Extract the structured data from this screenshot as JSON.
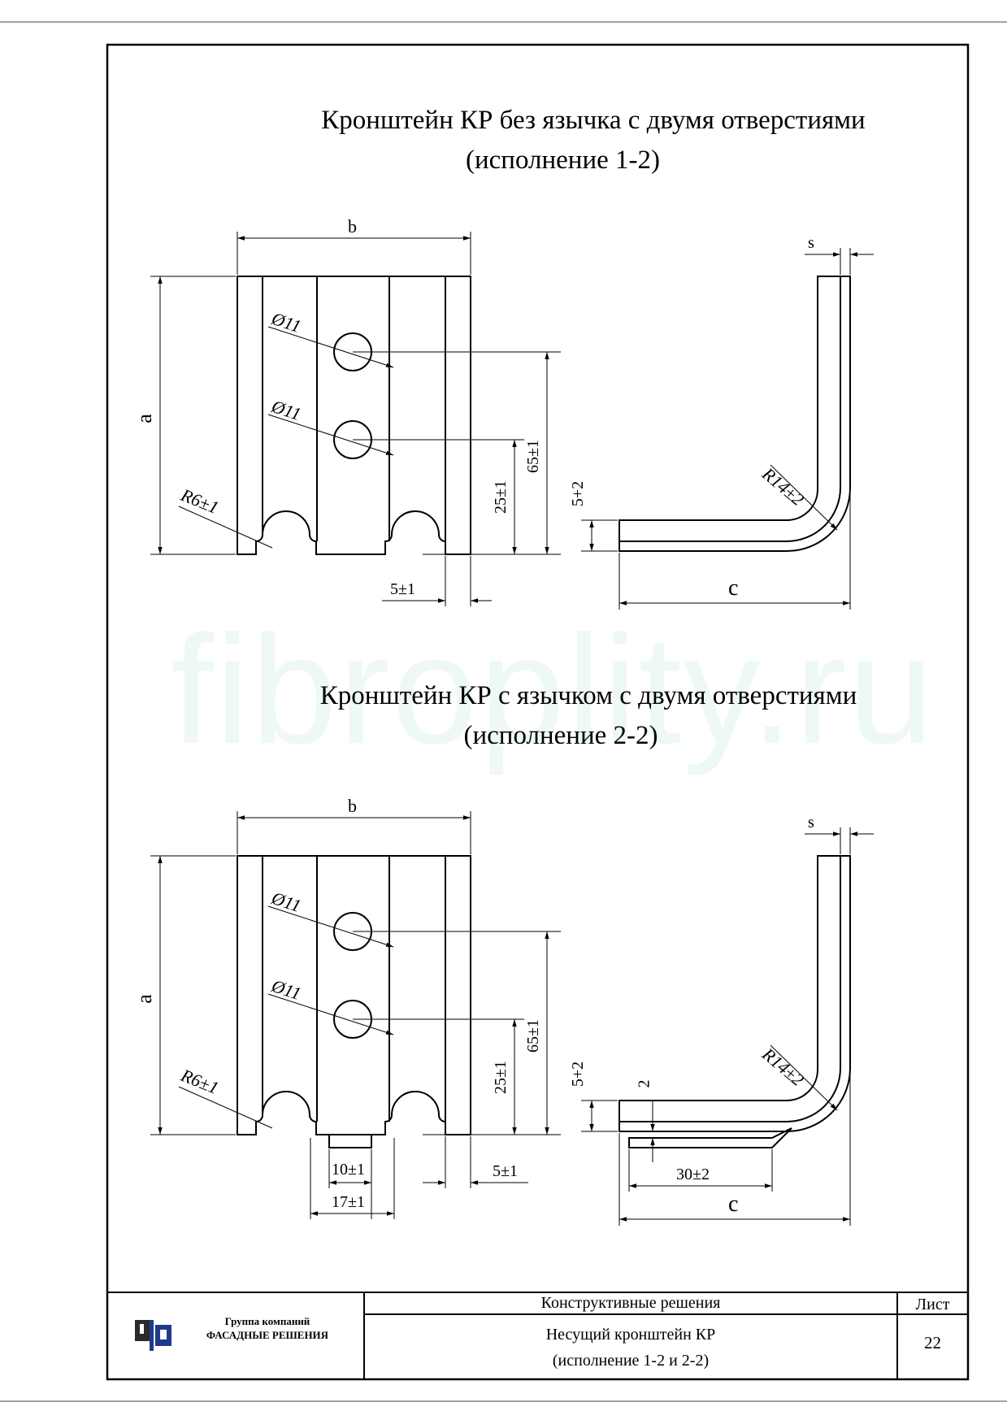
{
  "watermark": "fibroplity.ru",
  "section1": {
    "title_line1": "Кронштейн КР без язычка с двумя отверстиями",
    "title_line2": "(исполнение 1-2)",
    "dims": {
      "width": "b",
      "height": "a",
      "hole1": "Ø11",
      "hole2": "Ø11",
      "radius": "R6±1",
      "hole_lower": "25±1",
      "hole_upper": "65±1",
      "edge": "5±1",
      "thickness": "s",
      "bend_radius": "R14±2",
      "offset": "5+2",
      "length": "c"
    }
  },
  "section2": {
    "title_line1": "Кронштейн КР с язычком с двумя отверстиями",
    "title_line2": "(исполнение 2-2)",
    "dims": {
      "width": "b",
      "height": "a",
      "hole1": "Ø11",
      "hole2": "Ø11",
      "radius": "R6±1",
      "hole_lower": "25±1",
      "hole_upper": "65±1",
      "edge": "5±1",
      "tongue_width": "10±1",
      "tongue_pos": "17±1",
      "thickness": "s",
      "bend_radius": "R14±2",
      "offset": "5+2",
      "gap": "2",
      "tongue_length": "30±2",
      "length": "c"
    }
  },
  "title_block": {
    "company_line1": "Группа компаний",
    "company_line2": "ФАСАДНЫЕ РЕШЕНИЯ",
    "section": "Конструктивные решения",
    "sheet_label": "Лист",
    "doc_line1": "Несущий кронштейн КР",
    "doc_line2": "(исполнение 1-2 и 2-2)",
    "sheet_number": "22",
    "logo_colors": [
      "#1f3a8c",
      "#2a2a2a"
    ]
  }
}
